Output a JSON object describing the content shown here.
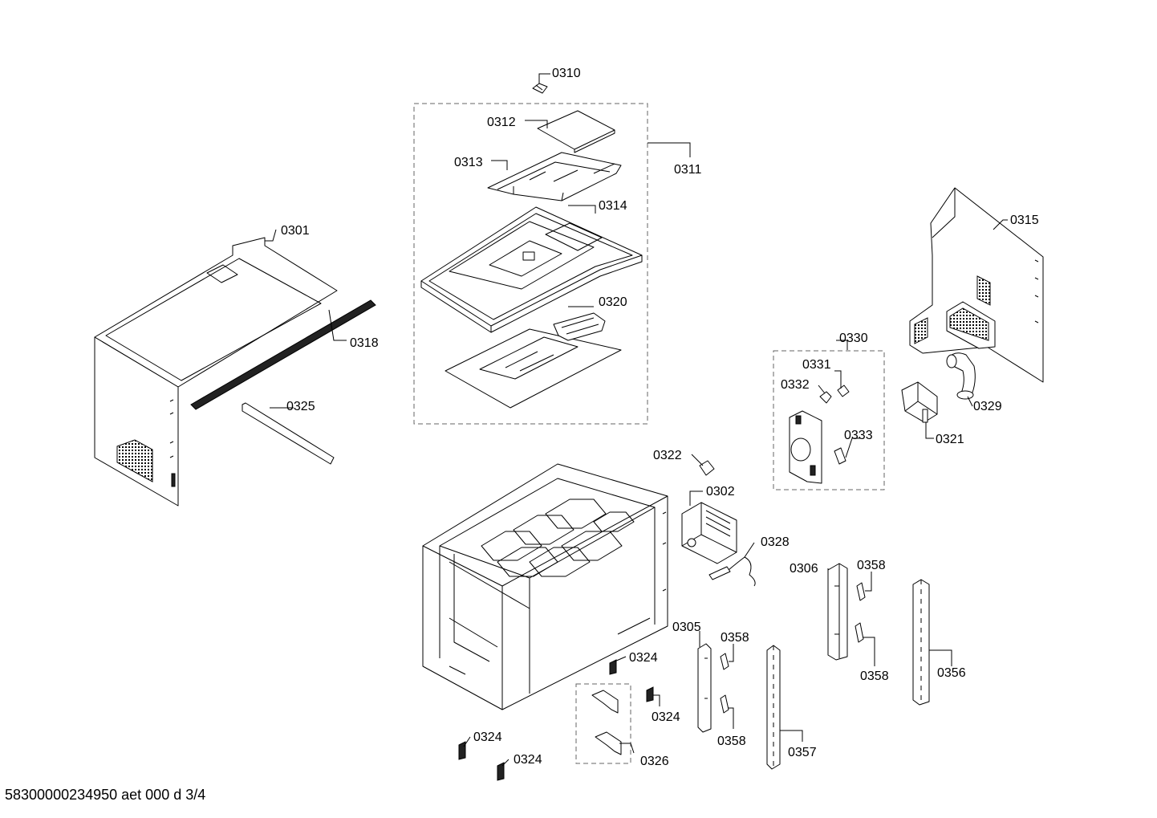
{
  "document_code": "58300000234950 aet 000 d 3/4",
  "labels": {
    "p0310": "0310",
    "p0312": "0312",
    "p0311": "0311",
    "p0313": "0313",
    "p0314": "0314",
    "p0301": "0301",
    "p0320": "0320",
    "p0318": "0318",
    "p0325": "0325",
    "p0315": "0315",
    "p0330": "0330",
    "p0331": "0331",
    "p0332": "0332",
    "p0329": "0329",
    "p0333": "0333",
    "p0321": "0321",
    "p0322": "0322",
    "p0302": "0302",
    "p0328": "0328",
    "p0306": "0306",
    "p0358a": "0358",
    "p0305": "0305",
    "p0358b": "0358",
    "p0358c": "0358",
    "p0324a": "0324",
    "p0356": "0356",
    "p0324b": "0324",
    "p0324c": "0324",
    "p0358d": "0358",
    "p0357": "0357",
    "p0326": "0326",
    "p0324d": "0324"
  }
}
